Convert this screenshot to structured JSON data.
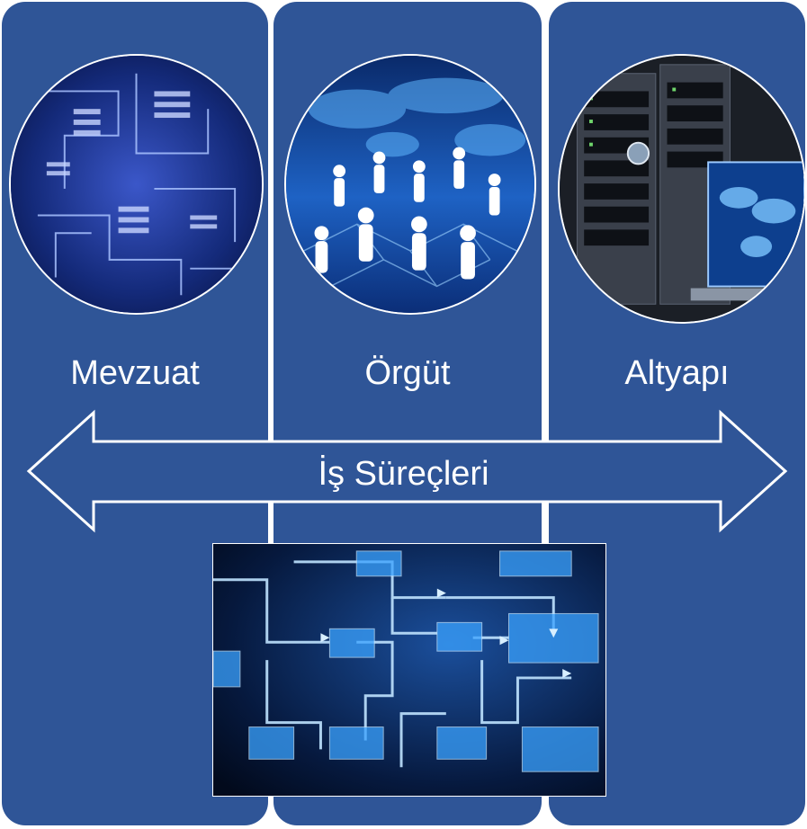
{
  "columns": [
    {
      "label": "Mevzuat",
      "image_subject": "circuit-board"
    },
    {
      "label": "Örgüt",
      "image_subject": "people-on-world-map-network"
    },
    {
      "label": "Altyapı",
      "image_subject": "server-racks-with-laptop"
    }
  ],
  "arrow": {
    "label": "İş Süreçleri"
  },
  "bottom_image": {
    "image_subject": "process-flowchart"
  },
  "colors": {
    "column_fill": "#2f5597",
    "arrow_fill": "#2f5597",
    "stroke": "#ffffff",
    "text": "#ffffff"
  }
}
